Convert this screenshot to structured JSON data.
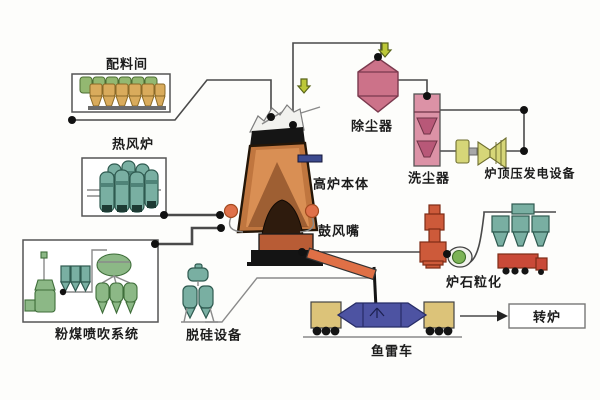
{
  "diagram": {
    "type": "process-flow",
    "subject": "blast furnace ironmaking system"
  },
  "labels": {
    "batching_room": "配料间",
    "hot_blast_stove": "热风炉",
    "pci_system": "粉煤喷吹系统",
    "blast_furnace": "高炉本体",
    "tuyere": "鼓风嘴",
    "dust_collector": "除尘器",
    "dust_washer": "洗尘器",
    "top_pressure_power": "炉顶压发电设备",
    "slag_granulation": "炉石粒化",
    "desiliconization": "脱硅设备",
    "torpedo_car": "鱼雷车",
    "converter": "转炉"
  },
  "colors": {
    "line": "#4a4a4a",
    "dot": "#111111",
    "box_border": "#555555",
    "pink_dark": "#cc7289",
    "pink_light": "#dc92a6",
    "pink_deep": "#b85878",
    "hopper_green": "#93b871",
    "hopper_tan": "#d9ab5c",
    "teal": "#79afa2",
    "pci_green": "#8cb886",
    "red_tower": "#cd5a3a",
    "truck_red": "#c94a38",
    "tuyere_orange": "#e0714a",
    "runner_orange": "#df7046",
    "torpedo_blue": "#4d53a2",
    "car_tan": "#dcc379",
    "turbine_yellow": "#d6d678",
    "arrow_green": "#bcc838",
    "furnace_shell": "#c0763f",
    "furnace_inner": "#d98f54",
    "furnace_dark": "#2e1b0d",
    "hearth_red": "#b85c35",
    "base_black": "#141414",
    "pipe_blue": "#3c4a8e",
    "granule_green": "#7cb356"
  }
}
